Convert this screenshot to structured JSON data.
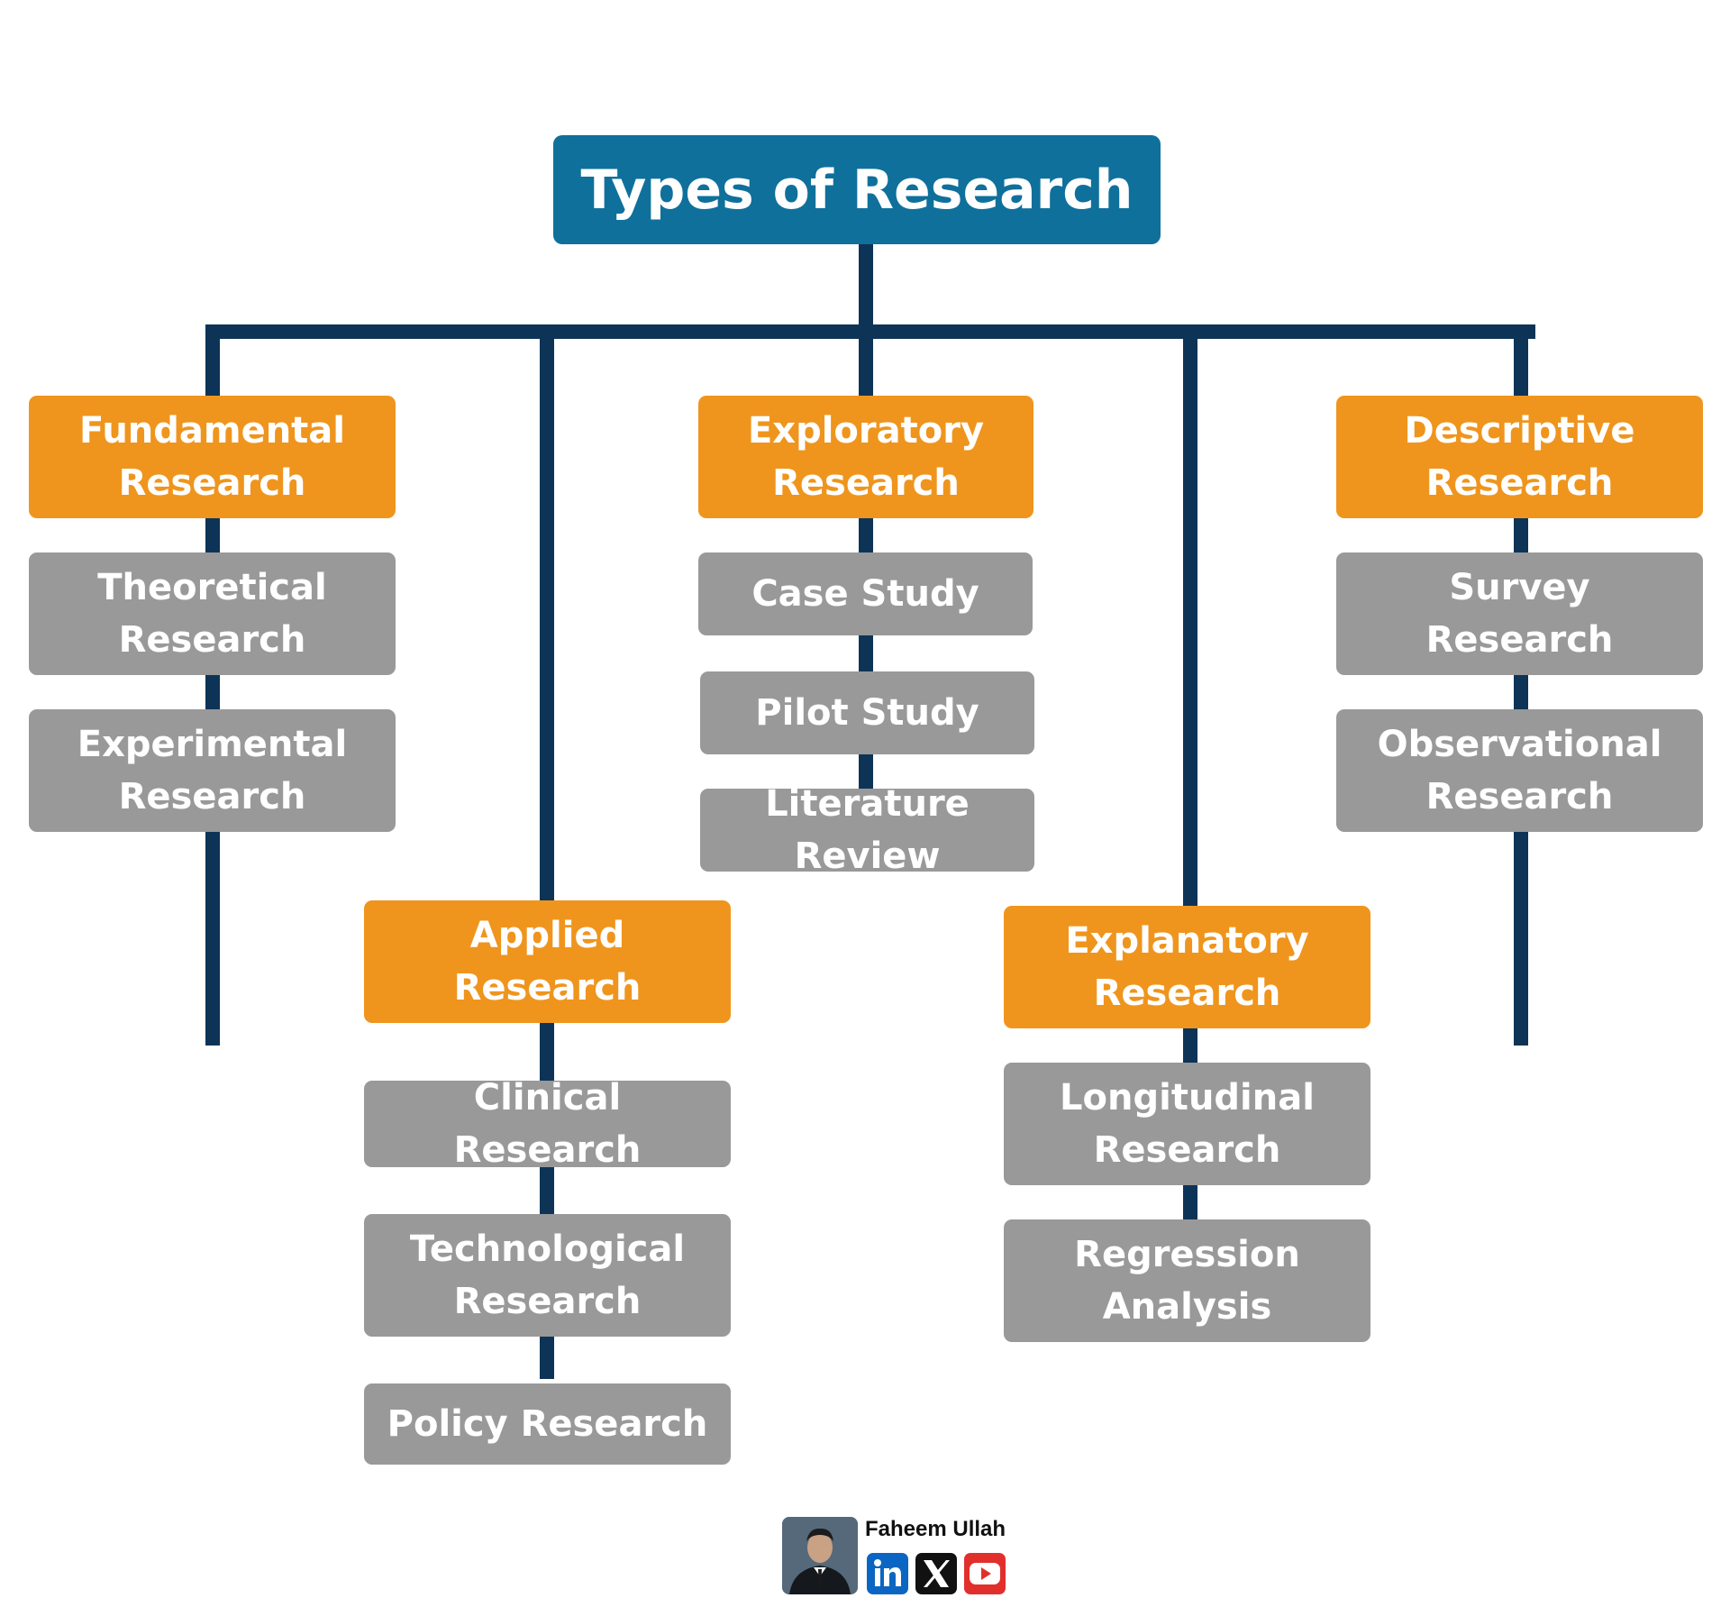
{
  "colors": {
    "root": "#0f709c",
    "category": "#ef951d",
    "subtype": "#999999",
    "connector": "#0d3457"
  },
  "title": "Types of Research",
  "categories": {
    "fundamental": {
      "label": "Fundamental\nResearch",
      "subtypes": [
        "Theoretical\nResearch",
        "Experimental\nResearch"
      ]
    },
    "applied": {
      "label": "Applied\nResearch",
      "subtypes": [
        "Clinical Research",
        "Technological\nResearch",
        "Policy Research"
      ]
    },
    "exploratory": {
      "label": "Exploratory\nResearch",
      "subtypes": [
        "Case Study",
        "Pilot Study",
        "Literature Review"
      ]
    },
    "explanatory": {
      "label": "Explanatory\nResearch",
      "subtypes": [
        "Longitudinal\nResearch",
        "Regression\nAnalysis"
      ]
    },
    "descriptive": {
      "label": "Descriptive\nResearch",
      "subtypes": [
        "Survey\nResearch",
        "Observational\nResearch"
      ]
    }
  },
  "credit": {
    "author": "Faheem Ullah",
    "icons": [
      "linkedin-icon",
      "x-icon",
      "youtube-icon"
    ]
  }
}
